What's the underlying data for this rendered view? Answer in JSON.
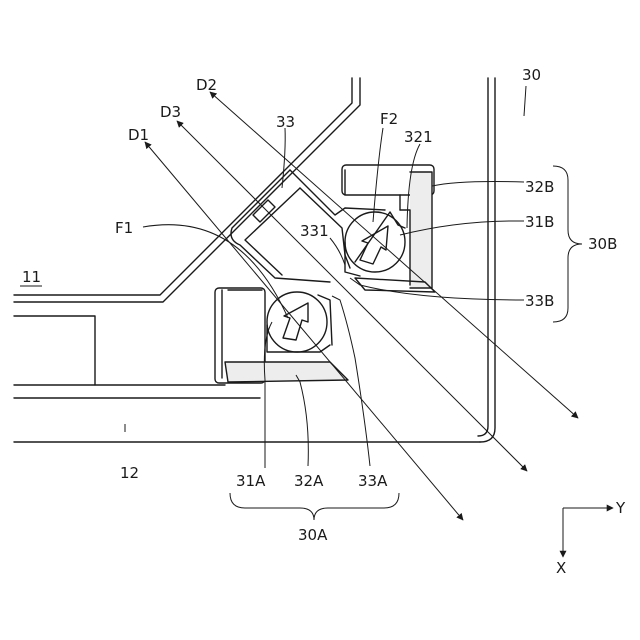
{
  "labels": {
    "d2": "D2",
    "d3": "D3",
    "d1": "D1",
    "n33": "33",
    "f2": "F2",
    "n321": "321",
    "n30": "30",
    "n32b": "32B",
    "n31b": "31B",
    "n30b": "30B",
    "n331": "331",
    "f1": "F1",
    "n33b": "33B",
    "n11": "11",
    "n12": "12",
    "n31a": "31A",
    "n32a": "32A",
    "n33a": "33A",
    "n30a": "30A",
    "axis_y": "Y",
    "axis_x": "X"
  }
}
